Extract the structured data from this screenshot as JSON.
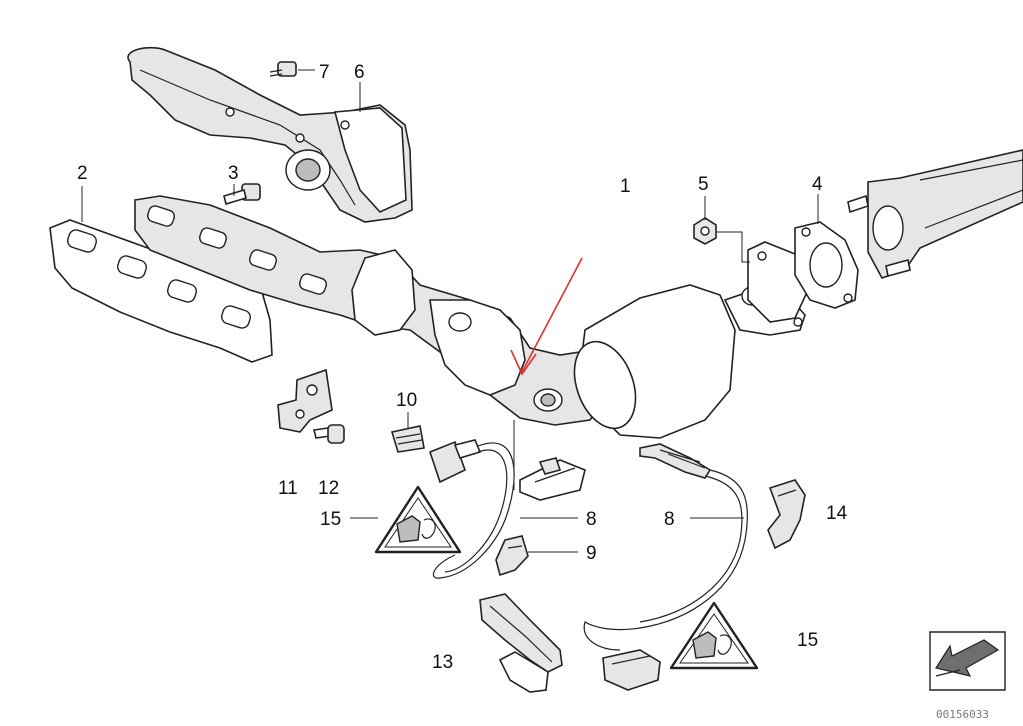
{
  "labels": [
    {
      "id": "1",
      "text": "1"
    },
    {
      "id": "2",
      "text": "2"
    },
    {
      "id": "3",
      "text": "3"
    },
    {
      "id": "4",
      "text": "4"
    },
    {
      "id": "5",
      "text": "5"
    },
    {
      "id": "6",
      "text": "6"
    },
    {
      "id": "7",
      "text": "7"
    },
    {
      "id": "8a",
      "text": "8"
    },
    {
      "id": "8b",
      "text": "8"
    },
    {
      "id": "9",
      "text": "9"
    },
    {
      "id": "10",
      "text": "10"
    },
    {
      "id": "11",
      "text": "11"
    },
    {
      "id": "12",
      "text": "12"
    },
    {
      "id": "13",
      "text": "13"
    },
    {
      "id": "14",
      "text": "14"
    },
    {
      "id": "15a",
      "text": "15"
    },
    {
      "id": "15b",
      "text": "15"
    }
  ],
  "reference_number": "00156033",
  "colors": {
    "line": "#222222",
    "arrow": "#e03030",
    "shade": "#bdbdbd",
    "background": "#ffffff"
  },
  "icons": [
    "direction-arrow-icon",
    "warning-triangle-icon"
  ]
}
